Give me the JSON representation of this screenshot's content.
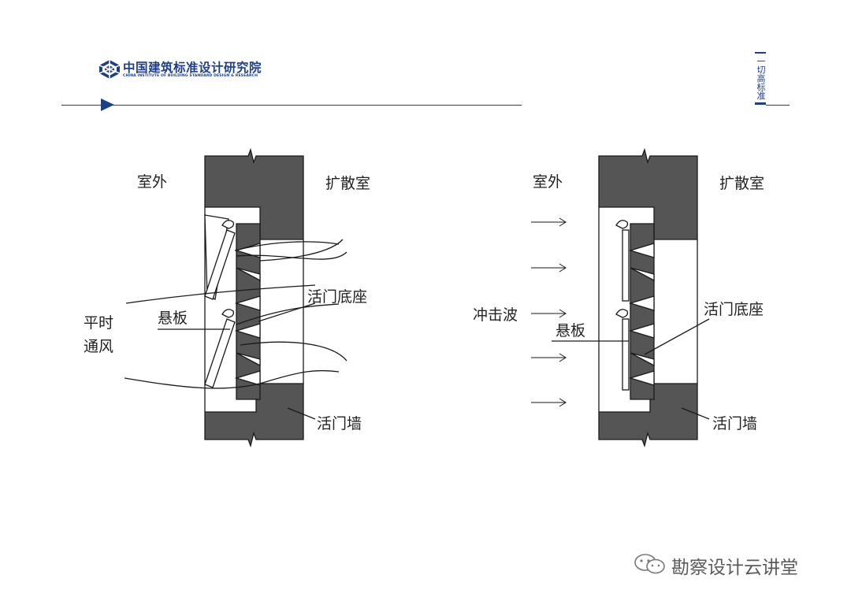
{
  "header": {
    "org_name_cn": "中国建筑标准设计研究院",
    "org_name_en": "CHINA INSTITUTE OF BUILDING STANDARD DESIGN & RESEARCH",
    "slogan": "一切高标准"
  },
  "colors": {
    "brand": "#1d3f87",
    "wall": "#555555",
    "line": "#1a1a1a"
  },
  "diagram_left": {
    "outdoor": "室外",
    "diffusion_room": "扩散室",
    "valve_base": "活门底座",
    "normal_ventilation": [
      "平时",
      "通风"
    ],
    "suspended_plate": "悬板",
    "valve_wall": "活门墙"
  },
  "diagram_right": {
    "outdoor": "室外",
    "diffusion_room": "扩散室",
    "shock_wave": "冲击波",
    "valve_base": "活门底座",
    "suspended_plate": "悬板",
    "valve_wall": "活门墙"
  },
  "watermark": {
    "text": "勘察设计云讲堂",
    "icon": "wechat-icon"
  }
}
